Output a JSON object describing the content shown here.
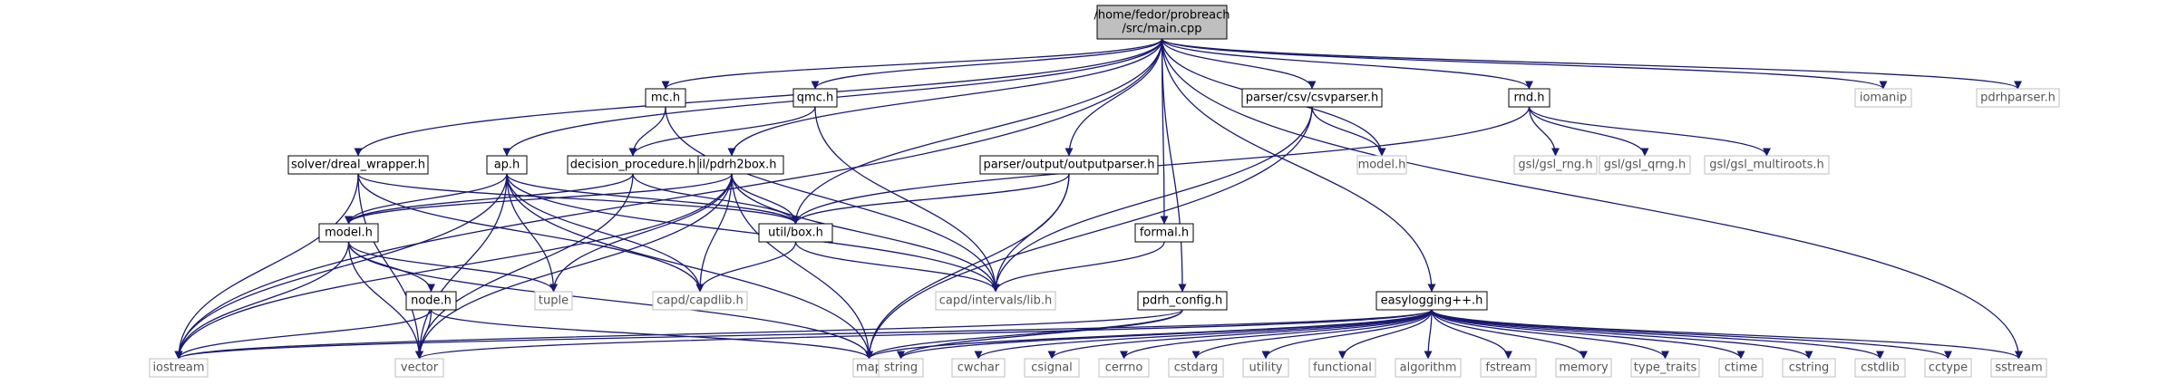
{
  "graph": {
    "theme": {
      "edge_color": "#191970",
      "root_fill": "#bfbfbf",
      "local_stroke": "#000000",
      "system_stroke": "#bfbfbf",
      "system_text": "#555555"
    },
    "nodes": [
      {
        "id": "main_cpp",
        "label": [
          "/home/fedor/probreach",
          "/src/main.cpp"
        ],
        "kind": "root"
      },
      {
        "id": "iostream",
        "label": [
          "iostream"
        ],
        "kind": "system"
      },
      {
        "id": "solver_dreal_wrapper_h",
        "label": [
          "solver/dreal_wrapper.h"
        ],
        "kind": "local"
      },
      {
        "id": "ap_h",
        "label": [
          "ap.h"
        ],
        "kind": "local"
      },
      {
        "id": "mc_h",
        "label": [
          "mc.h"
        ],
        "kind": "local"
      },
      {
        "id": "qmc_h",
        "label": [
          "qmc.h"
        ],
        "kind": "local"
      },
      {
        "id": "util_pdrh2box_h",
        "label": [
          "util/pdrh2box.h"
        ],
        "kind": "local"
      },
      {
        "id": "parser_output_outputparser_h",
        "label": [
          "parser/output/outputparser.h"
        ],
        "kind": "local"
      },
      {
        "id": "formal_h",
        "label": [
          "formal.h"
        ],
        "kind": "local"
      },
      {
        "id": "pdrh_config_h",
        "label": [
          "pdrh_config.h"
        ],
        "kind": "local"
      },
      {
        "id": "parser_csv_csvparser_h",
        "label": [
          "parser/csv/csvparser.h"
        ],
        "kind": "local"
      },
      {
        "id": "model_h_sys",
        "label": [
          "model.h"
        ],
        "kind": "system"
      },
      {
        "id": "easylogging_h",
        "label": [
          "easylogging++.h"
        ],
        "kind": "local"
      },
      {
        "id": "rnd_h",
        "label": [
          "rnd.h"
        ],
        "kind": "local"
      },
      {
        "id": "iomanip",
        "label": [
          "iomanip"
        ],
        "kind": "system"
      },
      {
        "id": "pdrhparser_h",
        "label": [
          "pdrhparser.h"
        ],
        "kind": "system"
      },
      {
        "id": "decision_procedure_h",
        "label": [
          "decision_procedure.h"
        ],
        "kind": "local"
      },
      {
        "id": "util_box_h",
        "label": [
          "util/box.h"
        ],
        "kind": "local"
      },
      {
        "id": "model_h",
        "label": [
          "model.h"
        ],
        "kind": "local"
      },
      {
        "id": "tuple",
        "label": [
          "tuple"
        ],
        "kind": "system"
      },
      {
        "id": "capd_capdlib_h",
        "label": [
          "capd/capdlib.h"
        ],
        "kind": "system"
      },
      {
        "id": "capd_intervals_lib_h",
        "label": [
          "capd/intervals/lib.h"
        ],
        "kind": "system"
      },
      {
        "id": "node_h",
        "label": [
          "node.h"
        ],
        "kind": "local"
      },
      {
        "id": "vector",
        "label": [
          "vector"
        ],
        "kind": "system"
      },
      {
        "id": "map",
        "label": [
          "map"
        ],
        "kind": "system"
      },
      {
        "id": "gsl_rng_h",
        "label": [
          "gsl/gsl_rng.h"
        ],
        "kind": "system"
      },
      {
        "id": "gsl_qrng_h",
        "label": [
          "gsl/gsl_qrng.h"
        ],
        "kind": "system"
      },
      {
        "id": "gsl_multiroots_h",
        "label": [
          "gsl/gsl_multiroots.h"
        ],
        "kind": "system"
      },
      {
        "id": "string",
        "label": [
          "string"
        ],
        "kind": "system"
      },
      {
        "id": "cwchar",
        "label": [
          "cwchar"
        ],
        "kind": "system"
      },
      {
        "id": "csignal",
        "label": [
          "csignal"
        ],
        "kind": "system"
      },
      {
        "id": "cerrno",
        "label": [
          "cerrno"
        ],
        "kind": "system"
      },
      {
        "id": "cstdarg",
        "label": [
          "cstdarg"
        ],
        "kind": "system"
      },
      {
        "id": "utility",
        "label": [
          "utility"
        ],
        "kind": "system"
      },
      {
        "id": "functional",
        "label": [
          "functional"
        ],
        "kind": "system"
      },
      {
        "id": "algorithm",
        "label": [
          "algorithm"
        ],
        "kind": "system"
      },
      {
        "id": "fstream",
        "label": [
          "fstream"
        ],
        "kind": "system"
      },
      {
        "id": "memory",
        "label": [
          "memory"
        ],
        "kind": "system"
      },
      {
        "id": "type_traits",
        "label": [
          "type_traits"
        ],
        "kind": "system"
      },
      {
        "id": "ctime",
        "label": [
          "ctime"
        ],
        "kind": "system"
      },
      {
        "id": "cstring",
        "label": [
          "cstring"
        ],
        "kind": "system"
      },
      {
        "id": "cstdlib",
        "label": [
          "cstdlib"
        ],
        "kind": "system"
      },
      {
        "id": "cctype",
        "label": [
          "cctype"
        ],
        "kind": "system"
      },
      {
        "id": "sstream",
        "label": [
          "sstream"
        ],
        "kind": "system"
      }
    ],
    "edges": [
      [
        "main_cpp",
        "iostream"
      ],
      [
        "main_cpp",
        "solver_dreal_wrapper_h"
      ],
      [
        "main_cpp",
        "ap_h"
      ],
      [
        "main_cpp",
        "mc_h"
      ],
      [
        "main_cpp",
        "qmc_h"
      ],
      [
        "main_cpp",
        "util_pdrh2box_h"
      ],
      [
        "main_cpp",
        "util_box_h"
      ],
      [
        "main_cpp",
        "parser_output_outputparser_h"
      ],
      [
        "main_cpp",
        "formal_h"
      ],
      [
        "main_cpp",
        "pdrh_config_h"
      ],
      [
        "main_cpp",
        "parser_csv_csvparser_h"
      ],
      [
        "main_cpp",
        "model_h_sys"
      ],
      [
        "main_cpp",
        "easylogging_h"
      ],
      [
        "main_cpp",
        "rnd_h"
      ],
      [
        "main_cpp",
        "iomanip"
      ],
      [
        "main_cpp",
        "pdrhparser_h"
      ],
      [
        "main_cpp",
        "sstream"
      ],
      [
        "solver_dreal_wrapper_h",
        "iostream"
      ],
      [
        "solver_dreal_wrapper_h",
        "vector"
      ],
      [
        "solver_dreal_wrapper_h",
        "capd_capdlib_h"
      ],
      [
        "solver_dreal_wrapper_h",
        "util_box_h"
      ],
      [
        "ap_h",
        "model_h"
      ],
      [
        "ap_h",
        "tuple"
      ],
      [
        "ap_h",
        "capd_capdlib_h"
      ],
      [
        "ap_h",
        "capd_intervals_lib_h"
      ],
      [
        "ap_h",
        "util_box_h"
      ],
      [
        "ap_h",
        "iostream"
      ],
      [
        "ap_h",
        "vector"
      ],
      [
        "ap_h",
        "map"
      ],
      [
        "mc_h",
        "decision_procedure_h"
      ],
      [
        "mc_h",
        "capd_intervals_lib_h"
      ],
      [
        "qmc_h",
        "decision_procedure_h"
      ],
      [
        "qmc_h",
        "capd_intervals_lib_h"
      ],
      [
        "decision_procedure_h",
        "model_h"
      ],
      [
        "decision_procedure_h",
        "util_box_h"
      ],
      [
        "decision_procedure_h",
        "vector"
      ],
      [
        "util_pdrh2box_h",
        "model_h"
      ],
      [
        "util_pdrh2box_h",
        "util_box_h"
      ],
      [
        "util_pdrh2box_h",
        "tuple"
      ],
      [
        "util_pdrh2box_h",
        "capd_capdlib_h"
      ],
      [
        "util_pdrh2box_h",
        "capd_intervals_lib_h"
      ],
      [
        "util_pdrh2box_h",
        "iostream"
      ],
      [
        "util_pdrh2box_h",
        "vector"
      ],
      [
        "util_pdrh2box_h",
        "map"
      ],
      [
        "parser_output_outputparser_h",
        "util_box_h"
      ],
      [
        "parser_output_outputparser_h",
        "capd_intervals_lib_h"
      ],
      [
        "parser_output_outputparser_h",
        "map"
      ],
      [
        "util_box_h",
        "capd_capdlib_h"
      ],
      [
        "util_box_h",
        "capd_intervals_lib_h"
      ],
      [
        "model_h",
        "tuple"
      ],
      [
        "model_h",
        "node_h"
      ],
      [
        "model_h",
        "iostream"
      ],
      [
        "model_h",
        "vector"
      ],
      [
        "model_h",
        "map"
      ],
      [
        "node_h",
        "iostream"
      ],
      [
        "node_h",
        "vector"
      ],
      [
        "node_h",
        "map"
      ],
      [
        "formal_h",
        "capd_intervals_lib_h"
      ],
      [
        "pdrh_config_h",
        "iostream"
      ],
      [
        "pdrh_config_h",
        "map"
      ],
      [
        "pdrh_config_h",
        "string"
      ],
      [
        "parser_csv_csvparser_h",
        "model_h_sys"
      ],
      [
        "parser_csv_csvparser_h",
        "capd_intervals_lib_h"
      ],
      [
        "parser_csv_csvparser_h",
        "map"
      ],
      [
        "rnd_h",
        "util_box_h"
      ],
      [
        "rnd_h",
        "gsl_rng_h"
      ],
      [
        "rnd_h",
        "gsl_qrng_h"
      ],
      [
        "rnd_h",
        "gsl_multiroots_h"
      ],
      [
        "easylogging_h",
        "iostream"
      ],
      [
        "easylogging_h",
        "vector"
      ],
      [
        "easylogging_h",
        "map"
      ],
      [
        "easylogging_h",
        "string"
      ],
      [
        "easylogging_h",
        "cwchar"
      ],
      [
        "easylogging_h",
        "csignal"
      ],
      [
        "easylogging_h",
        "cerrno"
      ],
      [
        "easylogging_h",
        "cstdarg"
      ],
      [
        "easylogging_h",
        "utility"
      ],
      [
        "easylogging_h",
        "functional"
      ],
      [
        "easylogging_h",
        "algorithm"
      ],
      [
        "easylogging_h",
        "fstream"
      ],
      [
        "easylogging_h",
        "memory"
      ],
      [
        "easylogging_h",
        "type_traits"
      ],
      [
        "easylogging_h",
        "ctime"
      ],
      [
        "easylogging_h",
        "cstring"
      ],
      [
        "easylogging_h",
        "cstdlib"
      ],
      [
        "easylogging_h",
        "cctype"
      ],
      [
        "easylogging_h",
        "sstream"
      ]
    ]
  }
}
